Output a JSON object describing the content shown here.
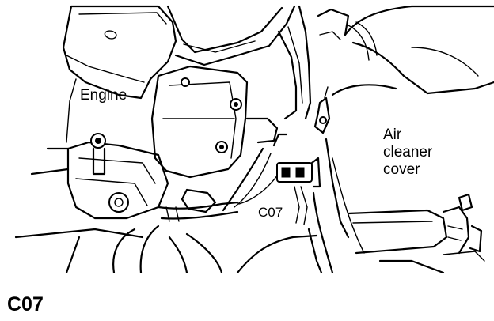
{
  "labels": {
    "engine": "Engine",
    "air_cleaner_cover": [
      "Air",
      "cleaner",
      "cover"
    ],
    "connector": "C07"
  },
  "figure_code": "C07"
}
